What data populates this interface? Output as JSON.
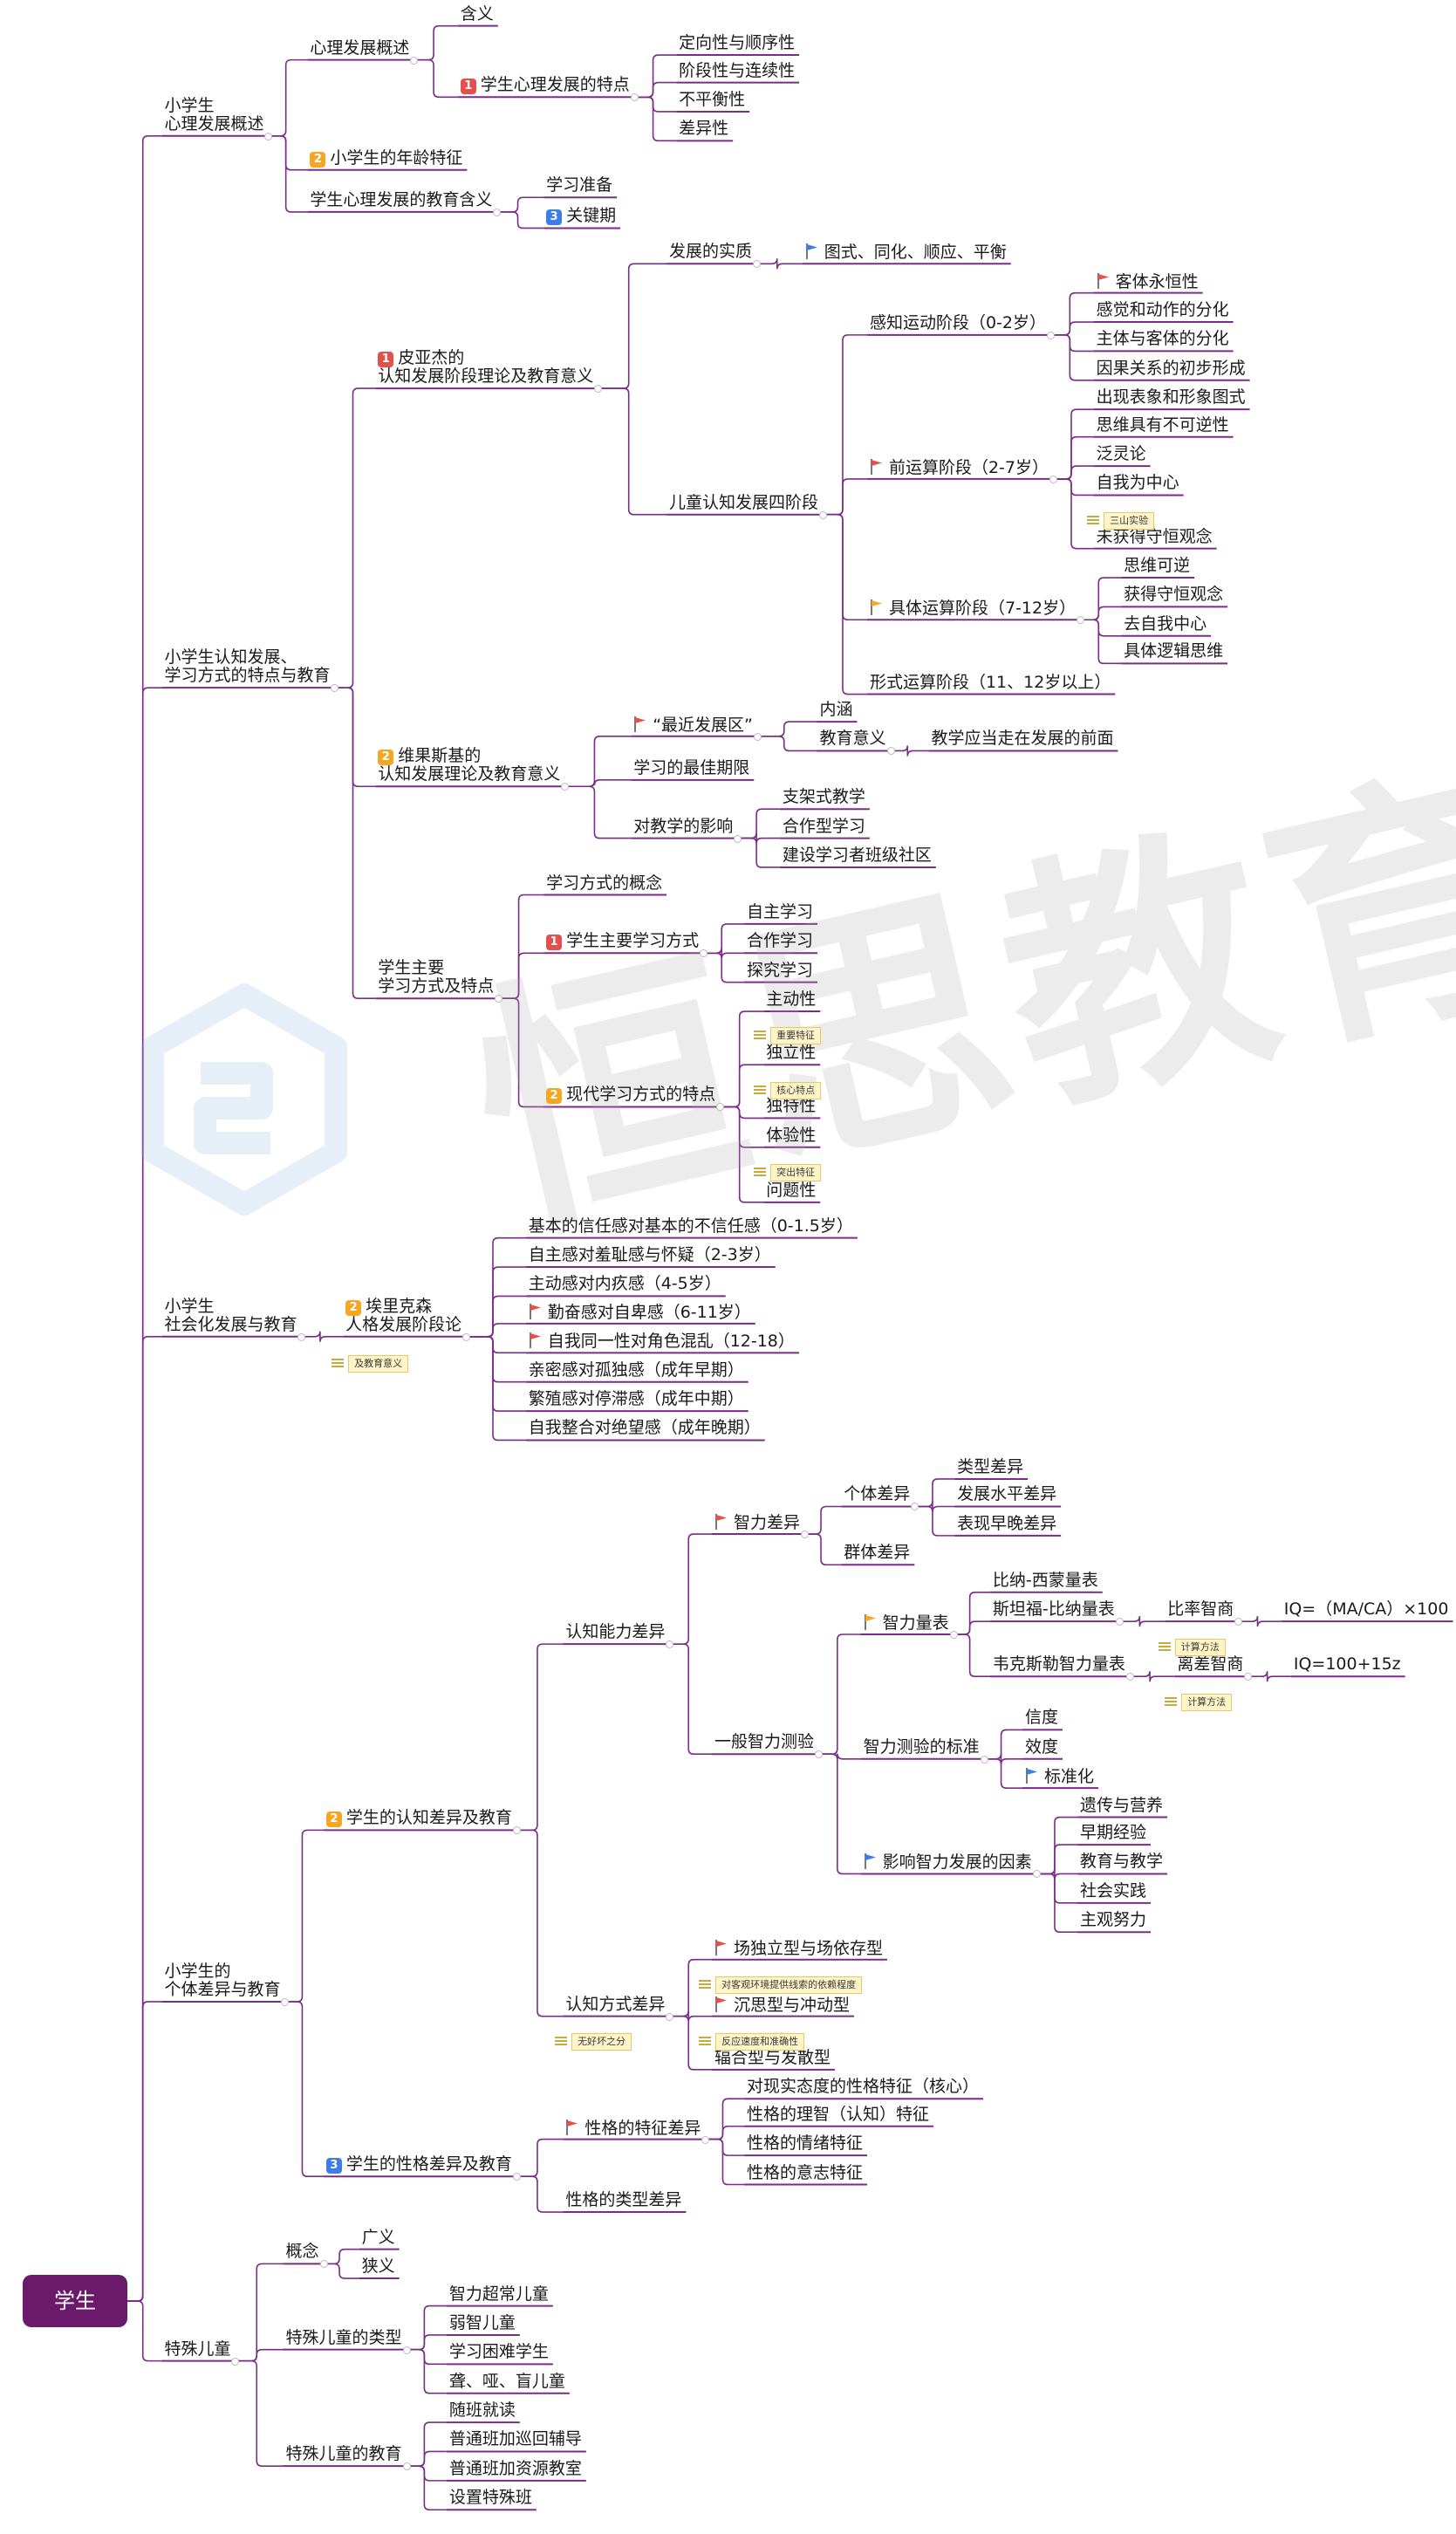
{
  "colors": {
    "branch": "#7a2d86",
    "root_bg": "#6b1a6b",
    "root_text": "#ffffff",
    "flag_red": "#e2514c",
    "flag_orange": "#f5a623",
    "flag_blue": "#3d7de8",
    "badge_1": "#e2514c",
    "badge_2": "#f5a623",
    "badge_3": "#3d7de8",
    "note_bg": "#fff5c8",
    "watermark": "#c8c8c8"
  },
  "watermark": {
    "text": "恒思教育",
    "icon": "hs-logo-icon"
  },
  "map": {
    "root": {
      "label": "学生"
    },
    "nodes": [
      {
        "id": "n1",
        "label": "小学生\n心理发展概述"
      },
      {
        "id": "n1a",
        "label": "心理发展概述"
      },
      {
        "id": "n1a1",
        "label": "含义"
      },
      {
        "id": "n1a2",
        "label": "学生心理发展的特点",
        "badge": "1"
      },
      {
        "id": "n1a2a",
        "label": "定向性与顺序性"
      },
      {
        "id": "n1a2b",
        "label": "阶段性与连续性"
      },
      {
        "id": "n1a2c",
        "label": "不平衡性"
      },
      {
        "id": "n1a2d",
        "label": "差异性"
      },
      {
        "id": "n1b",
        "label": "小学生的年龄特征",
        "badge": "2"
      },
      {
        "id": "n1c",
        "label": "学生心理发展的教育含义"
      },
      {
        "id": "n1c1",
        "label": "学习准备"
      },
      {
        "id": "n1c2",
        "label": "关键期",
        "badge": "3"
      },
      {
        "id": "n2",
        "label": "小学生认知发展、\n学习方式的特点与教育"
      },
      {
        "id": "n2a",
        "label": "皮亚杰的\n认知发展阶段理论及教育意义",
        "badge": "1"
      },
      {
        "id": "n2a1",
        "label": "发展的实质"
      },
      {
        "id": "n2a1a",
        "label": "图式、同化、顺应、平衡",
        "flag": "blue"
      },
      {
        "id": "n2a2",
        "label": "儿童认知发展四阶段"
      },
      {
        "id": "n2a2a",
        "label": "感知运动阶段（0-2岁）"
      },
      {
        "id": "n2a2a1",
        "label": "客体永恒性",
        "flag": "red"
      },
      {
        "id": "n2a2a2",
        "label": "感觉和动作的分化"
      },
      {
        "id": "n2a2a3",
        "label": "主体与客体的分化"
      },
      {
        "id": "n2a2a4",
        "label": "因果关系的初步形成"
      },
      {
        "id": "n2a2b",
        "label": "前运算阶段（2-7岁）",
        "flag": "red"
      },
      {
        "id": "n2a2b1",
        "label": "出现表象和形象图式"
      },
      {
        "id": "n2a2b2",
        "label": "思维具有不可逆性"
      },
      {
        "id": "n2a2b3",
        "label": "泛灵论"
      },
      {
        "id": "n2a2b4",
        "label": "自我为中心"
      },
      {
        "id": "n2a2b5",
        "label": "未获得守恒观念"
      },
      {
        "id": "n2a2c",
        "label": "具体运算阶段（7-12岁）",
        "flag": "orange"
      },
      {
        "id": "n2a2c1",
        "label": "思维可逆"
      },
      {
        "id": "n2a2c2",
        "label": "获得守恒观念"
      },
      {
        "id": "n2a2c3",
        "label": "去自我中心"
      },
      {
        "id": "n2a2c4",
        "label": "具体逻辑思维"
      },
      {
        "id": "n2a2d",
        "label": "形式运算阶段（11、12岁以上）"
      },
      {
        "id": "n2b",
        "label": "维果斯基的\n认知发展理论及教育意义",
        "badge": "2"
      },
      {
        "id": "n2b1",
        "label": "“最近发展区”",
        "flag": "red"
      },
      {
        "id": "n2b1a",
        "label": "内涵"
      },
      {
        "id": "n2b1b",
        "label": "教育意义"
      },
      {
        "id": "n2b1b1",
        "label": "教学应当走在发展的前面"
      },
      {
        "id": "n2b2",
        "label": "学习的最佳期限"
      },
      {
        "id": "n2b3",
        "label": "对教学的影响"
      },
      {
        "id": "n2b3a",
        "label": "支架式教学"
      },
      {
        "id": "n2b3b",
        "label": "合作型学习"
      },
      {
        "id": "n2b3c",
        "label": "建设学习者班级社区"
      },
      {
        "id": "n2c",
        "label": "学生主要\n学习方式及特点"
      },
      {
        "id": "n2c1",
        "label": "学习方式的概念"
      },
      {
        "id": "n2c2",
        "label": "学生主要学习方式",
        "badge": "1"
      },
      {
        "id": "n2c2a",
        "label": "自主学习"
      },
      {
        "id": "n2c2b",
        "label": "合作学习"
      },
      {
        "id": "n2c2c",
        "label": "探究学习"
      },
      {
        "id": "n2c3",
        "label": "现代学习方式的特点",
        "badge": "2"
      },
      {
        "id": "n2c3a",
        "label": "主动性"
      },
      {
        "id": "n2c3b",
        "label": "独立性"
      },
      {
        "id": "n2c3c",
        "label": "独特性"
      },
      {
        "id": "n2c3d",
        "label": "体验性"
      },
      {
        "id": "n2c3e",
        "label": "问题性"
      },
      {
        "id": "n3",
        "label": "小学生\n社会化发展与教育"
      },
      {
        "id": "n3a",
        "label": "埃里克森\n人格发展阶段论",
        "badge": "2"
      },
      {
        "id": "n3a1",
        "label": "基本的信任感对基本的不信任感（0-1.5岁）"
      },
      {
        "id": "n3a2",
        "label": "自主感对羞耻感与怀疑（2-3岁）"
      },
      {
        "id": "n3a3",
        "label": "主动感对内疚感（4-5岁）"
      },
      {
        "id": "n3a4",
        "label": "勤奋感对自卑感（6-11岁）",
        "flag": "red"
      },
      {
        "id": "n3a5",
        "label": "自我同一性对角色混乱（12-18）",
        "flag": "red"
      },
      {
        "id": "n3a6",
        "label": "亲密感对孤独感（成年早期）"
      },
      {
        "id": "n3a7",
        "label": "繁殖感对停滞感（成年中期）"
      },
      {
        "id": "n3a8",
        "label": "自我整合对绝望感（成年晚期）"
      },
      {
        "id": "n4",
        "label": "小学生的\n个体差异与教育"
      },
      {
        "id": "n4a",
        "label": "学生的认知差异及教育",
        "badge": "2"
      },
      {
        "id": "n4a1",
        "label": "认知能力差异"
      },
      {
        "id": "n4a1a",
        "label": "智力差异",
        "flag": "red"
      },
      {
        "id": "n4a1a1",
        "label": "个体差异"
      },
      {
        "id": "n4a1a1a",
        "label": "类型差异"
      },
      {
        "id": "n4a1a1b",
        "label": "发展水平差异"
      },
      {
        "id": "n4a1a1c",
        "label": "表现早晚差异"
      },
      {
        "id": "n4a1a2",
        "label": "群体差异"
      },
      {
        "id": "n4a1b",
        "label": "一般智力测验"
      },
      {
        "id": "n4a1b1",
        "label": "智力量表",
        "flag": "orange"
      },
      {
        "id": "n4a1b1a",
        "label": "比纳-西蒙量表"
      },
      {
        "id": "n4a1b1b",
        "label": "斯坦福-比纳量表"
      },
      {
        "id": "n4a1b1b1",
        "label": "比率智商"
      },
      {
        "id": "n4a1b1b1a",
        "label": "IQ=（MA/CA）×100"
      },
      {
        "id": "n4a1b1c",
        "label": "韦克斯勒智力量表"
      },
      {
        "id": "n4a1b1c1",
        "label": "离差智商"
      },
      {
        "id": "n4a1b1c1a",
        "label": "IQ=100+15z"
      },
      {
        "id": "n4a1b2",
        "label": "智力测验的标准"
      },
      {
        "id": "n4a1b2a",
        "label": "信度"
      },
      {
        "id": "n4a1b2b",
        "label": "效度"
      },
      {
        "id": "n4a1b2c",
        "label": "标准化",
        "flag": "blue"
      },
      {
        "id": "n4a1b3",
        "label": "影响智力发展的因素",
        "flag": "blue"
      },
      {
        "id": "n4a1b3a",
        "label": "遗传与营养"
      },
      {
        "id": "n4a1b3b",
        "label": "早期经验"
      },
      {
        "id": "n4a1b3c",
        "label": "教育与教学"
      },
      {
        "id": "n4a1b3d",
        "label": "社会实践"
      },
      {
        "id": "n4a1b3e",
        "label": "主观努力"
      },
      {
        "id": "n4a2",
        "label": "认知方式差异"
      },
      {
        "id": "n4a2a",
        "label": "场独立型与场依存型",
        "flag": "red"
      },
      {
        "id": "n4a2b",
        "label": "沉思型与冲动型",
        "flag": "red"
      },
      {
        "id": "n4a2c",
        "label": "辐合型与发散型"
      },
      {
        "id": "n4b",
        "label": "学生的性格差异及教育",
        "badge": "3"
      },
      {
        "id": "n4b1",
        "label": "性格的特征差异",
        "flag": "red"
      },
      {
        "id": "n4b1a",
        "label": "对现实态度的性格特征（核心）"
      },
      {
        "id": "n4b1b",
        "label": "性格的理智（认知）特征"
      },
      {
        "id": "n4b1c",
        "label": "性格的情绪特征"
      },
      {
        "id": "n4b1d",
        "label": "性格的意志特征"
      },
      {
        "id": "n4b2",
        "label": "性格的类型差异"
      },
      {
        "id": "n5",
        "label": "特殊儿童"
      },
      {
        "id": "n5a",
        "label": "概念"
      },
      {
        "id": "n5a1",
        "label": "广义"
      },
      {
        "id": "n5a2",
        "label": "狭义"
      },
      {
        "id": "n5b",
        "label": "特殊儿童的类型"
      },
      {
        "id": "n5b1",
        "label": "智力超常儿童"
      },
      {
        "id": "n5b2",
        "label": "弱智儿童"
      },
      {
        "id": "n5b3",
        "label": "学习困难学生"
      },
      {
        "id": "n5b4",
        "label": "聋、哑、盲儿童"
      },
      {
        "id": "n5c",
        "label": "特殊儿童的教育"
      },
      {
        "id": "n5c1",
        "label": "随班就读"
      },
      {
        "id": "n5c2",
        "label": "普通班加巡回辅导"
      },
      {
        "id": "n5c3",
        "label": "普通班加资源教室"
      },
      {
        "id": "n5c4",
        "label": "设置特殊班"
      }
    ],
    "notes": [
      {
        "id": "note_sanshan",
        "text": "三山实验"
      },
      {
        "id": "note_zhongyao",
        "text": "重要特征"
      },
      {
        "id": "note_hexin",
        "text": "核心特点"
      },
      {
        "id": "note_tuchu",
        "text": "突出特征"
      },
      {
        "id": "note_jiaoyu",
        "text": "及教育意义"
      },
      {
        "id": "note_jisuan1",
        "text": "计算方法"
      },
      {
        "id": "note_jisuan2",
        "text": "计算方法"
      },
      {
        "id": "note_wuhaohuai",
        "text": "无好坏之分"
      },
      {
        "id": "note_waibu",
        "text": "对客观环境提供线索的依赖程度"
      },
      {
        "id": "note_fanying",
        "text": "反应速度和准确性"
      }
    ]
  }
}
